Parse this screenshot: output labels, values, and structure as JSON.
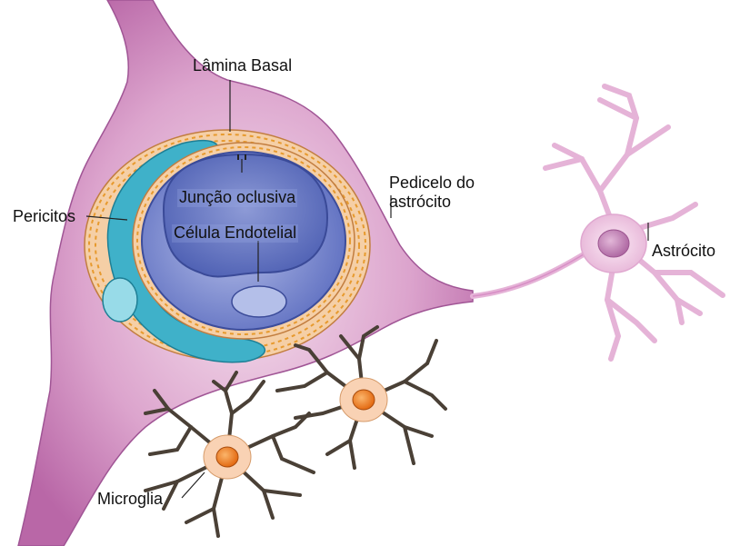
{
  "diagram": {
    "labels": {
      "lamina_basal": "Lâmina Basal",
      "juncao_oclusiva": "Junção oclusiva",
      "celula_endotelial": "Célula Endotelial",
      "pericitos": "Pericitos",
      "pedicelo_line1": "Pedicelo do",
      "pedicelo_line2": "astrócito",
      "astrocito": "Astrócito",
      "microglia": "Microglia"
    },
    "colors": {
      "astrocyte_end_foot": "#c98bbe",
      "astrocyte_light": "#eecde3",
      "basal_lamina": "#f3c89c",
      "tight_junction_dots": "#e79a2e",
      "pericyte": "#3fb1c9",
      "pericyte_light": "#98dbe8",
      "endothelial_cell": "#7f8fd0",
      "endothelial_light": "#aeb8e6",
      "lumen": "#6273c2",
      "microglia_body": "#f9d2b4",
      "microglia_nucleus": "#f07d21",
      "microglia_processes": "#4a4036",
      "astrocyte_soma": "#f4cbe6",
      "astrocyte_nucleus": "#c889bd"
    }
  }
}
